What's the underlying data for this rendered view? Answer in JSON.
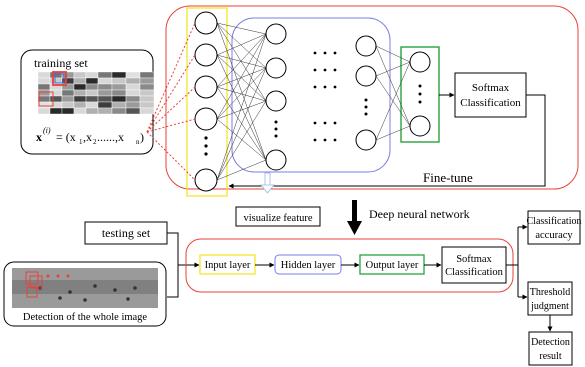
{
  "training": {
    "label": "training set",
    "formula_bold": "x",
    "formula_sup": "(i)",
    "formula_rest": "= (x",
    "formula_tail": ",x",
    "formula_dots": "......,x",
    "formula_end": ")",
    "sub1": "1",
    "sub2": "2",
    "subn": "n"
  },
  "network": {
    "softmax_line1": "Softmax",
    "softmax_line2": "Classification",
    "finetune": "Fine-tune",
    "visualize": "visualize feature",
    "deep_label": "Deep neural network"
  },
  "testing": {
    "label": "testing set",
    "detection_label": "Detection of the whole image"
  },
  "pipeline": {
    "input_layer": "Input layer",
    "hidden_layer": "Hidden layer",
    "output_layer": "Output layer",
    "softmax_line1": "Softmax",
    "softmax_line2": "Classification"
  },
  "results": {
    "class_acc_line1": "Classification",
    "class_acc_line2": "accuracy",
    "threshold_line1": "Threshold",
    "threshold_line2": "judgment",
    "detection_line1": "Detection",
    "detection_line2": "result"
  },
  "colors": {
    "red": "#e8413a",
    "yellow": "#f5e21a",
    "blue": "#7b7ee8",
    "green": "#27a33a",
    "lightblue": "#a9c4e8"
  }
}
